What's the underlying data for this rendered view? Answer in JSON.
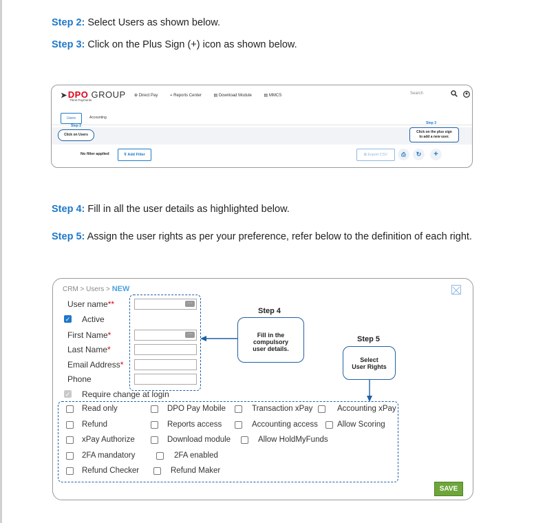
{
  "instructions": {
    "step2": {
      "label": "Step 2:",
      "text": " Select Users as shown below."
    },
    "step3": {
      "label": "Step 3:",
      "text": " Click on the Plus Sign (+) icon as shown below."
    },
    "step4": {
      "label": "Step 4:",
      "text": " Fill in all the user details as highlighted below."
    },
    "step5": {
      "label": "Step 5:",
      "text": "  Assign the user rights as per your preference, refer below to the definition of each right."
    }
  },
  "screenshot1": {
    "logo": {
      "brand": "DPO",
      "group": "GROUP",
      "tagline": "Think Payments"
    },
    "nav": [
      "Direct Pay",
      "Reports Center",
      "Download Module",
      "MMCS"
    ],
    "search_placeholder": "Search",
    "tabs": [
      "Users",
      "Accounting"
    ],
    "step2_label": "Step 2",
    "callout_users": "Click on Users",
    "step3_label": "Step 3",
    "callout_plus": [
      "Click on the plus sign",
      "to add a new user."
    ],
    "no_filter": "No filter applied",
    "add_filter": "Add Filter",
    "export_csv": "Export CSV"
  },
  "screenshot2": {
    "breadcrumb": {
      "path": "CRM > Users > ",
      "current": "NEW"
    },
    "fields": [
      {
        "label": "User name",
        "required": "**"
      },
      {
        "label": "Active",
        "required": ""
      },
      {
        "label": "First Name",
        "required": "*"
      },
      {
        "label": "Last Name",
        "required": "*"
      },
      {
        "label": "Email Address",
        "required": "*"
      },
      {
        "label": "Phone",
        "required": ""
      }
    ],
    "require_change": "Require change at login",
    "step4_label": "Step 4",
    "callout4": [
      "Fill in the",
      "compulsory",
      "user details."
    ],
    "step5_label": "Step 5",
    "callout5": [
      "Select",
      "User Rights"
    ],
    "rights": [
      [
        "Read only",
        "DPO Pay Mobile",
        "Transaction xPay",
        "Accounting xPay"
      ],
      [
        "Refund",
        "Reports access",
        "Accounting access",
        "Allow Scoring"
      ],
      [
        "xPay Authorize",
        "Download module",
        "Allow HoldMyFunds"
      ],
      [
        "2FA mandatory",
        "2FA enabled"
      ],
      [
        "Refund Checker",
        "Refund Maker"
      ]
    ],
    "save": "SAVE"
  }
}
